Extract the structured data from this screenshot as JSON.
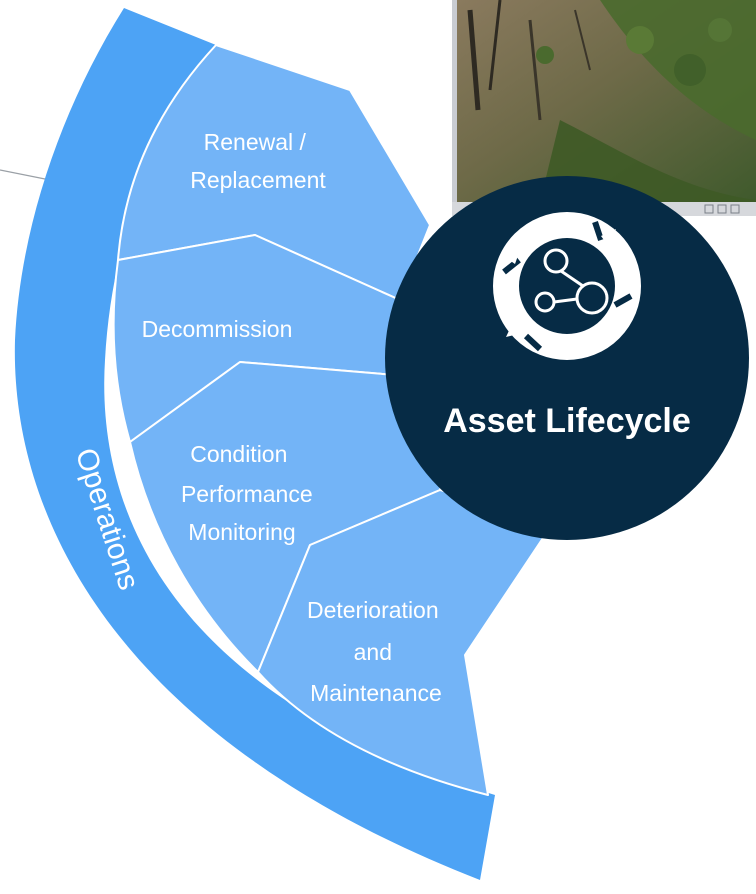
{
  "diagram": {
    "outer_ring_label": "Operations",
    "center_title": "Asset Lifecycle",
    "segments": [
      {
        "lines": [
          "Renewal /",
          "Replacement"
        ]
      },
      {
        "lines": [
          "Decommission"
        ]
      },
      {
        "lines": [
          "Condition",
          "Performance",
          "Monitoring"
        ]
      },
      {
        "lines": [
          "Deterioration",
          "and",
          "Maintenance"
        ]
      }
    ],
    "center_icon": "network-nodes-icon",
    "cycle_icon": "circular-arrows-icon",
    "photo_content": "aerial-photo-thumbnail"
  },
  "colors": {
    "ring": "#4da3f5",
    "segment_fill": "#73b4f7",
    "segment_border": "#ffffff",
    "center_circle": "#062b45",
    "text": "#ffffff"
  }
}
